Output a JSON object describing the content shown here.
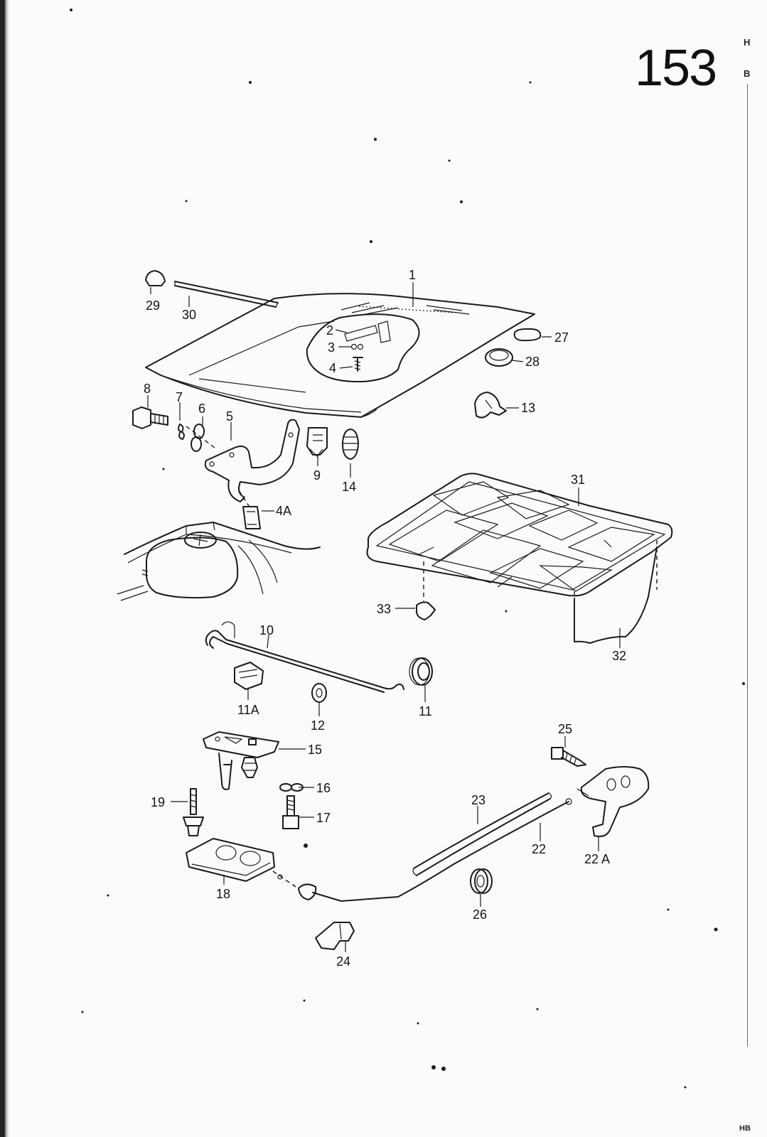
{
  "page_number": "153",
  "edge_letters": [
    "H",
    "B",
    "HB"
  ],
  "callouts": {
    "c1": "1",
    "c2": "2",
    "c3": "3",
    "c4": "4",
    "c4a": "4A",
    "c5": "5",
    "c6": "6",
    "c7": "7",
    "c8": "8",
    "c9": "9",
    "c10": "10",
    "c11": "11",
    "c11a": "11A",
    "c12": "12",
    "c13": "13",
    "c14": "14",
    "c15": "15",
    "c16": "16",
    "c17": "17",
    "c18": "18",
    "c19": "19",
    "c22": "22",
    "c22a": "22 A",
    "c23": "23",
    "c24": "24",
    "c25": "25",
    "c26": "26",
    "c27": "27",
    "c28": "28",
    "c29": "29",
    "c30": "30",
    "c31": "31",
    "c32": "32",
    "c33": "33"
  }
}
